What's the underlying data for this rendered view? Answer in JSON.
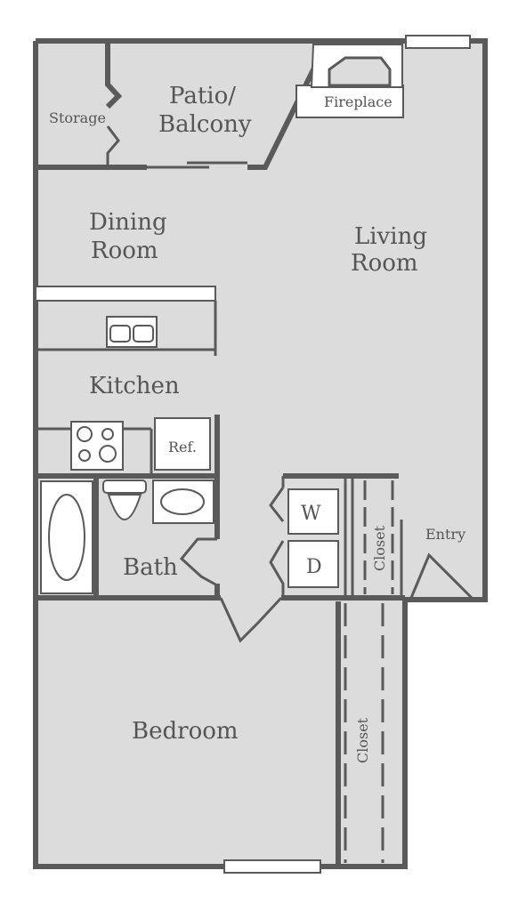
{
  "floorplan": {
    "labels": {
      "storage": "Storage",
      "patio": [
        "Patio/",
        "Balcony"
      ],
      "fireplace": "Fireplace",
      "dining": [
        "Dining",
        "Room"
      ],
      "living": [
        "Living",
        "Room"
      ],
      "kitchen": "Kitchen",
      "ref": "Ref.",
      "bath": "Bath",
      "washer": "W",
      "dryer": "D",
      "closet_hall": "Closet",
      "entry": "Entry",
      "bedroom": "Bedroom",
      "closet_bedroom": "Closet"
    },
    "colors": {
      "floor": "#dcdcdc",
      "wall": "#5a5a5a",
      "fixture": "#ffffff",
      "text": "#555555"
    }
  }
}
